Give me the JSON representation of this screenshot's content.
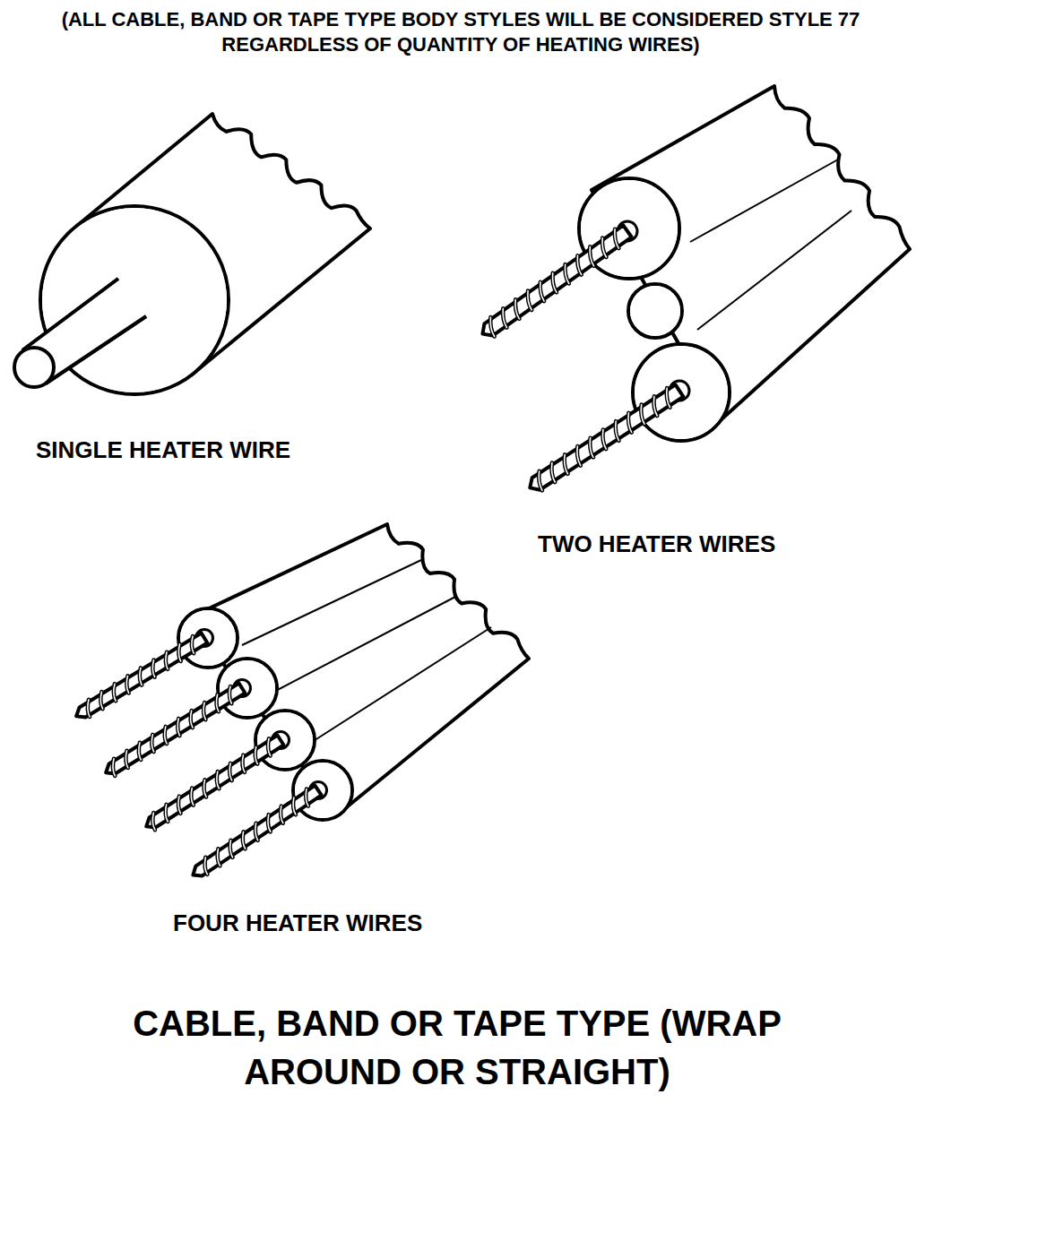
{
  "diagram": {
    "caption": "CABLE, BAND OR TAPE TYPE (WRAP AROUND OR STRAIGHT)",
    "labels": [
      "(ALL CABLE, BAND OR TAPE TYPE BODY STYLES  WILL BE CONSIDERED STYLE 77 REGARDLESS OF QUANTITY OF HEATING WIRES)",
      "SINGLE HEATER WIRE",
      "TWO HEATER WIRES",
      "FOUR HEATER WIRES"
    ]
  }
}
